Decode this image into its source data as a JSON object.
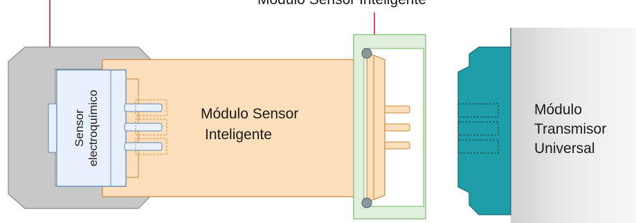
{
  "labels": {
    "top_caption": "Módulo Sensor Inteligente",
    "sensor_line1": "Sensor",
    "sensor_line2": "electroquímico",
    "smart_module_line1": "Módulo Sensor",
    "smart_module_line2": "Inteligente",
    "transmitter_line1": "Módulo",
    "transmitter_line2": "Transmisor",
    "transmitter_line3": "Universal"
  },
  "colors": {
    "housing": "#c8c8c8",
    "sensor_body": "#e9f1fc",
    "module_body": "#fddfbb",
    "module_outline": "#c9863a",
    "connector_frame": "#e0f0dc",
    "transmitter_face": "#1e9ea9",
    "transmitter_panel": "#e4e4e4",
    "leader_line": "#c8102e",
    "text": "#1a1a1a"
  }
}
